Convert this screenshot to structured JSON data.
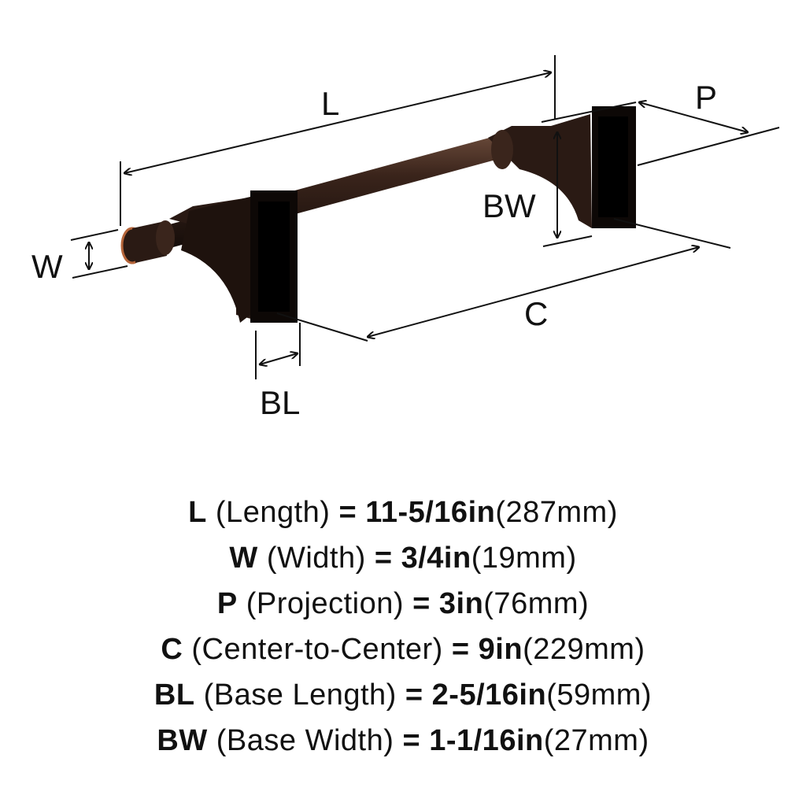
{
  "diagram": {
    "labels": {
      "L": "L",
      "W": "W",
      "P": "P",
      "BW": "BW",
      "C": "C",
      "BL": "BL"
    },
    "colors": {
      "finish": "#2a1a14",
      "highlight": "#b5653a",
      "line": "#111111"
    }
  },
  "specs": [
    {
      "key": "L",
      "name": "(Length)",
      "eq": "=",
      "imperial": "11-5/16in",
      "metric": "(287mm)"
    },
    {
      "key": "W",
      "name": "(Width)",
      "eq": "=",
      "imperial": "3/4in",
      "metric": "(19mm)"
    },
    {
      "key": "P",
      "name": "(Projection)",
      "eq": "=",
      "imperial": "3in",
      "metric": "(76mm)"
    },
    {
      "key": "C",
      "name": "(Center-to-Center)",
      "eq": "=",
      "imperial": "9in",
      "metric": "(229mm)"
    },
    {
      "key": "BL",
      "name": "(Base Length)",
      "eq": "=",
      "imperial": "2-5/16in",
      "metric": "(59mm)"
    },
    {
      "key": "BW",
      "name": "(Base Width)",
      "eq": "=",
      "imperial": "1-1/16in",
      "metric": "(27mm)"
    }
  ]
}
